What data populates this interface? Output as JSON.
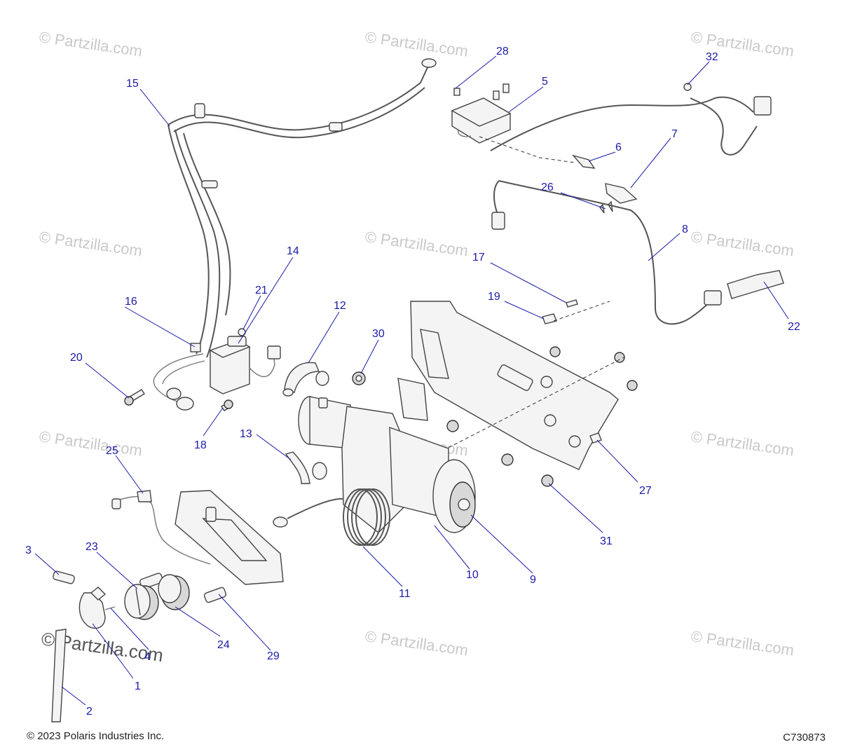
{
  "watermark": "© Partzilla.com",
  "footer": {
    "copyright": "© 2023 Polaris Industries Inc.",
    "drawing_id": "C730873"
  },
  "callouts": [
    "1",
    "2",
    "3",
    "4",
    "5",
    "6",
    "7",
    "8",
    "9",
    "10",
    "11",
    "12",
    "13",
    "14",
    "15",
    "16",
    "17",
    "18",
    "19",
    "20",
    "21",
    "22",
    "23",
    "24",
    "25",
    "26",
    "27",
    "28",
    "29",
    "30",
    "31",
    "32"
  ],
  "colors": {
    "callout": "#1a1aa8",
    "line_art": "#444444",
    "watermark": "#c9c9c9"
  }
}
